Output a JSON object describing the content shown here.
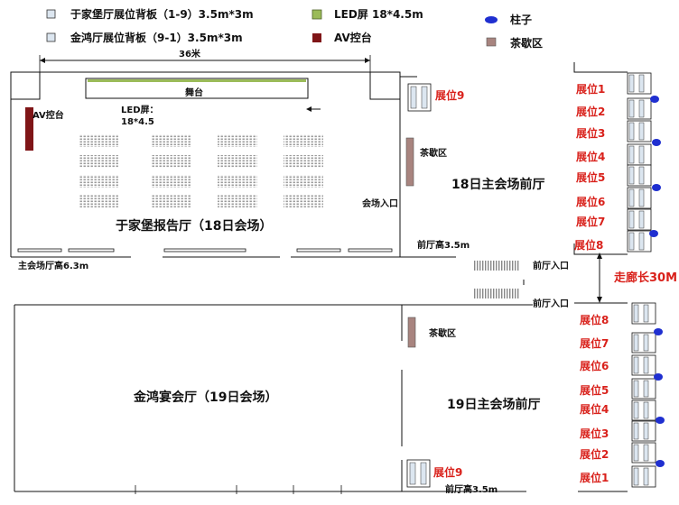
{
  "legend": {
    "yujiabao_backboard": "于家堡厅展位背板（1-9）3.5m*3m",
    "jinhong_backboard": "金鸿厅展位背板（9-1）3.5m*3m",
    "led_screen": "LED屏   18*4.5m",
    "av_console": "AV控台",
    "pillar": "柱子",
    "tea_break": "茶歇区"
  },
  "colors": {
    "backboard": "#dce6f0",
    "led": "#9bbb59",
    "av": "#7f1517",
    "pillar": "#1f2fd0",
    "tea": "#a8847f",
    "label_red": "#d9211b"
  },
  "dimension_36m": "36米",
  "hall18": {
    "stage": "舞台",
    "av_console": "AV控台",
    "led_screen_line1": "LED屏：",
    "led_screen_line2": "18*4.5",
    "name": "于家堡报告厅（18日会场）",
    "height": "主会场厅高6.3m",
    "entrance": "会场入口",
    "tea_break": "茶歇区",
    "foyer": "18日主会场前厅",
    "foyer_height": "前厅高3.5m",
    "booth9": "展位9"
  },
  "corridor": {
    "length": "走廊长30M",
    "foyer_entrance_1": "前厅入口",
    "foyer_entrance_2": "前厅入口"
  },
  "right_booths_top": [
    "展位1",
    "展位2",
    "展位3",
    "展位4",
    "展位5",
    "展位6",
    "展位7",
    "展位8"
  ],
  "right_booths_bottom": [
    "展位8",
    "展位7",
    "展位6",
    "展位5",
    "展位4",
    "展位3",
    "展位2",
    "展位1"
  ],
  "hall19": {
    "name": "金鸿宴会厅（19日会场）",
    "tea_break": "茶歇区",
    "foyer": "19日主会场前厅",
    "foyer_height": "前厅高3.5m",
    "booth9": "展位9"
  }
}
